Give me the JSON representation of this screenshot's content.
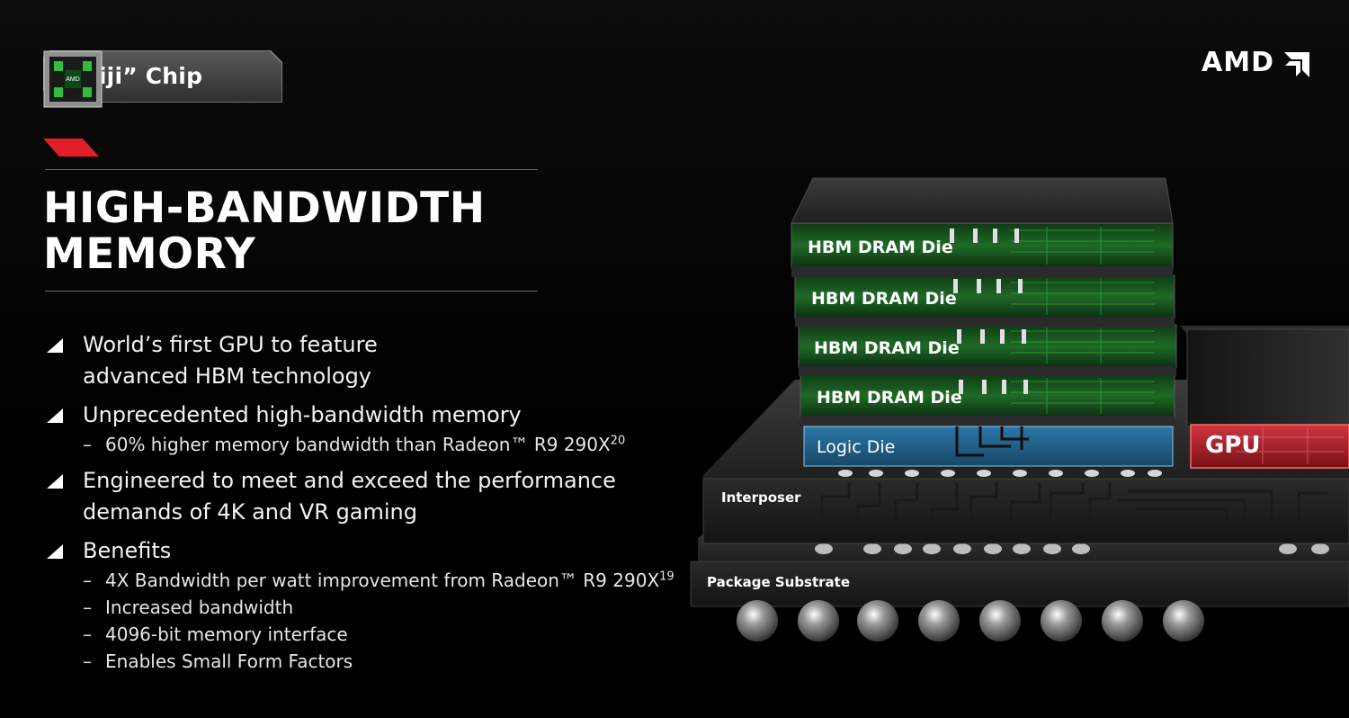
{
  "badge": {
    "label": "“Fiji” Chip",
    "chip_logo": "AMD"
  },
  "brand": {
    "logo": "AMD",
    "accent_color": "#e11d28"
  },
  "title": {
    "line1": "HIGH-BANDWIDTH",
    "line2": "MEMORY"
  },
  "bullets": [
    {
      "text": "World’s first GPU to feature",
      "text2": "advanced HBM technology",
      "subs": []
    },
    {
      "text": "Unprecedented high-bandwidth memory",
      "subs": [
        {
          "text": "60% higher memory bandwidth than Radeon™ R9 290X",
          "sup": "20"
        }
      ]
    },
    {
      "text": "Engineered to meet and exceed the performance",
      "text2": "demands of 4K and VR gaming",
      "subs": []
    },
    {
      "text": "Benefits",
      "subs": [
        {
          "text": "4X Bandwidth per watt improvement from Radeon™ R9 290X",
          "sup": "19"
        },
        {
          "text": "Increased bandwidth"
        },
        {
          "text": "4096-bit memory interface"
        },
        {
          "text": "Enables Small Form Factors"
        }
      ]
    }
  ],
  "diagram": {
    "dram_layers": [
      "HBM DRAM Die",
      "HBM DRAM Die",
      "HBM DRAM Die",
      "HBM DRAM Die"
    ],
    "logic": "Logic Die",
    "gpu": "GPU",
    "interposer": "Interposer",
    "substrate": "Package Substrate",
    "colors": {
      "dram": "#1d5a22",
      "logic": "#1f5f8a",
      "gpu": "#b21f2a"
    }
  }
}
